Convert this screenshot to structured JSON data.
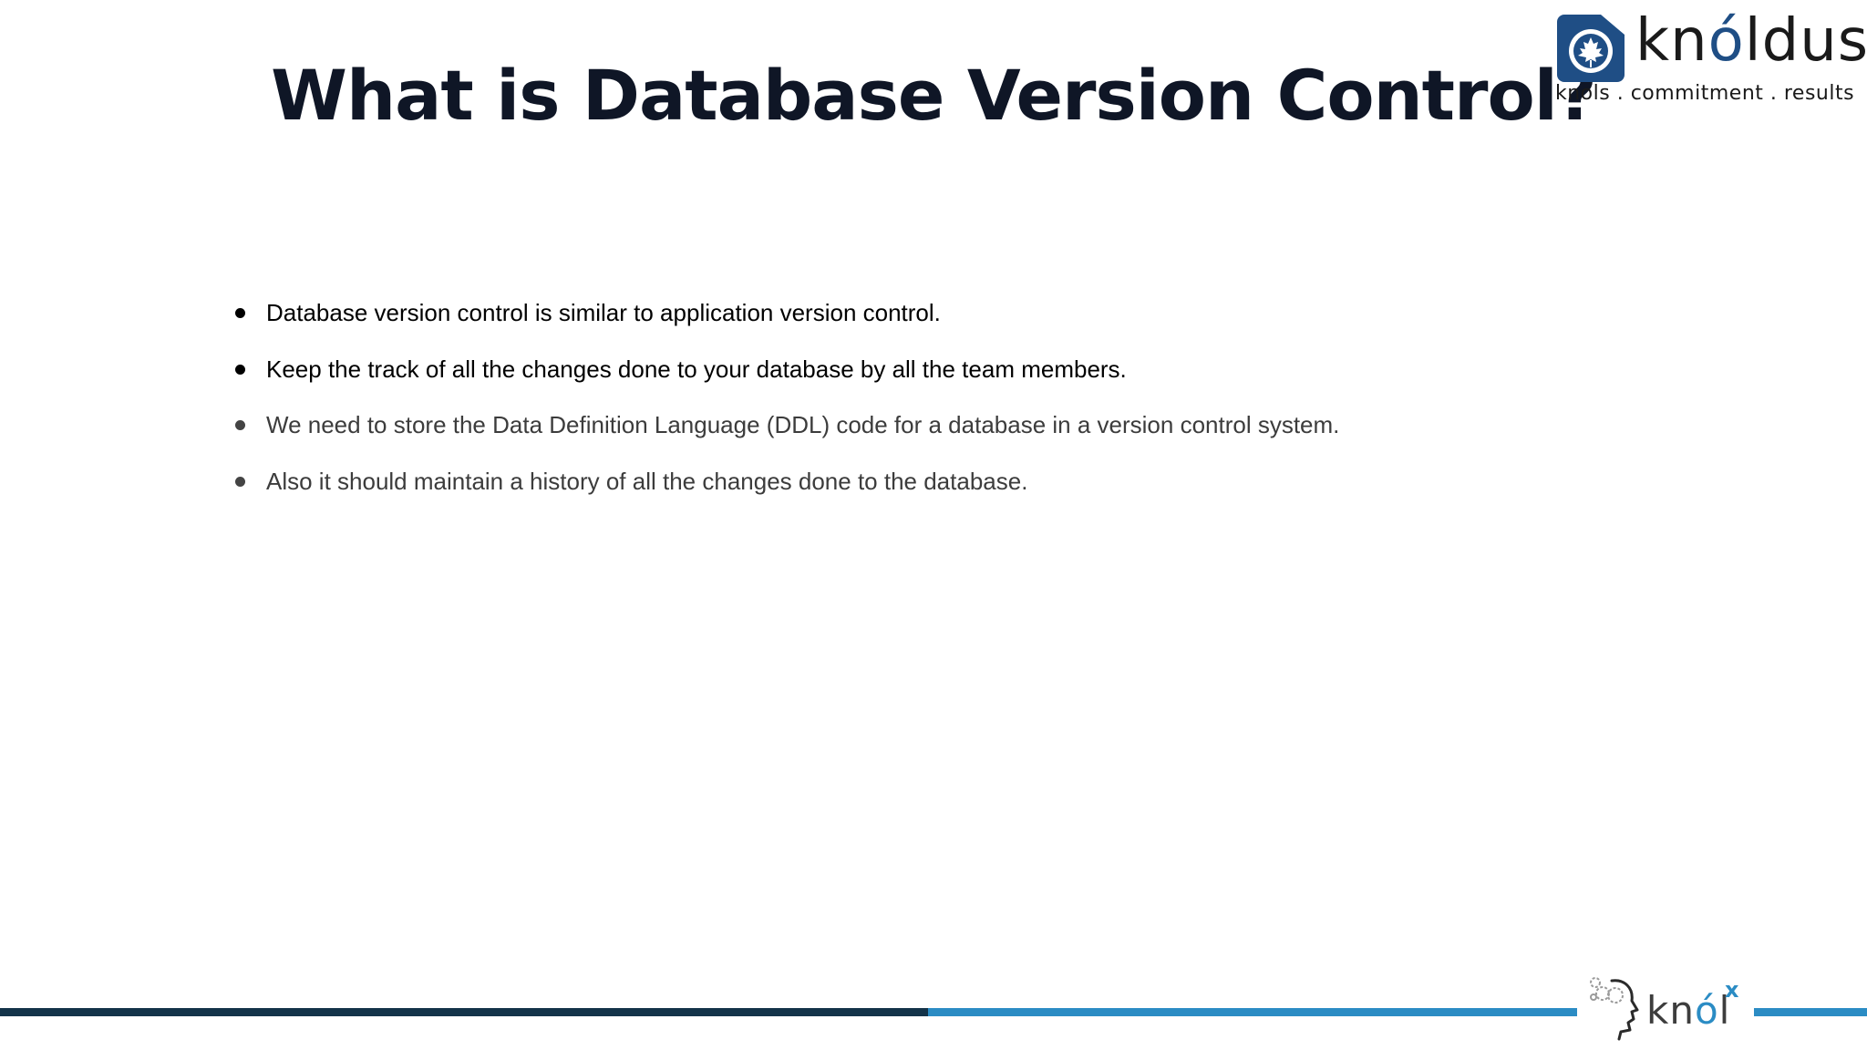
{
  "slide": {
    "title": "What is Database Version Control?",
    "logo": {
      "wordmark_prefix": "kn",
      "wordmark_accent": "ó",
      "wordmark_suffix": "ldus",
      "tagline": "knols . commitment . results",
      "icon": "maple-leaf-icon"
    },
    "bullets": [
      {
        "text": "Database version control is similar to application version control."
      },
      {
        "text": "Keep the track of all the changes done to your database by all the team members."
      },
      {
        "text": "We need to store the Data Definition Language (DDL) code for a database in a version control system."
      },
      {
        "text": "Also it should maintain a history of all the changes done to the database."
      }
    ],
    "footer": {
      "brand_prefix": "kn",
      "brand_accent": "ó",
      "brand_suffix": "l",
      "brand_superscript": "x",
      "icon": "head-gears-icon"
    }
  },
  "colors": {
    "title": "#0f1626",
    "brand_dark": "#133349",
    "brand_light": "#2b8cc4",
    "logo_blue": "#1f4e85"
  }
}
